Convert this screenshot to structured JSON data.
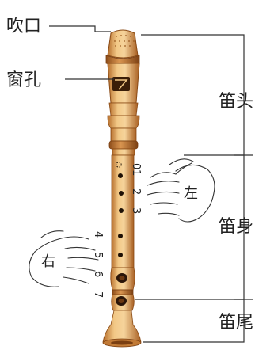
{
  "labels": {
    "mouthpiece": "吹口",
    "window": "窗孔",
    "head": "笛头",
    "body": "笛身",
    "foot": "笛尾"
  },
  "hands": {
    "left": "左",
    "right": "右"
  },
  "hole_numbers": [
    "0",
    "1",
    "2",
    "3",
    "4",
    "5",
    "6",
    "7"
  ],
  "colors": {
    "wood_light": "#f3cc8c",
    "wood_mid": "#dfa05a",
    "wood_dark": "#b36a2a",
    "hole": "#1e1006",
    "line": "#333333"
  }
}
